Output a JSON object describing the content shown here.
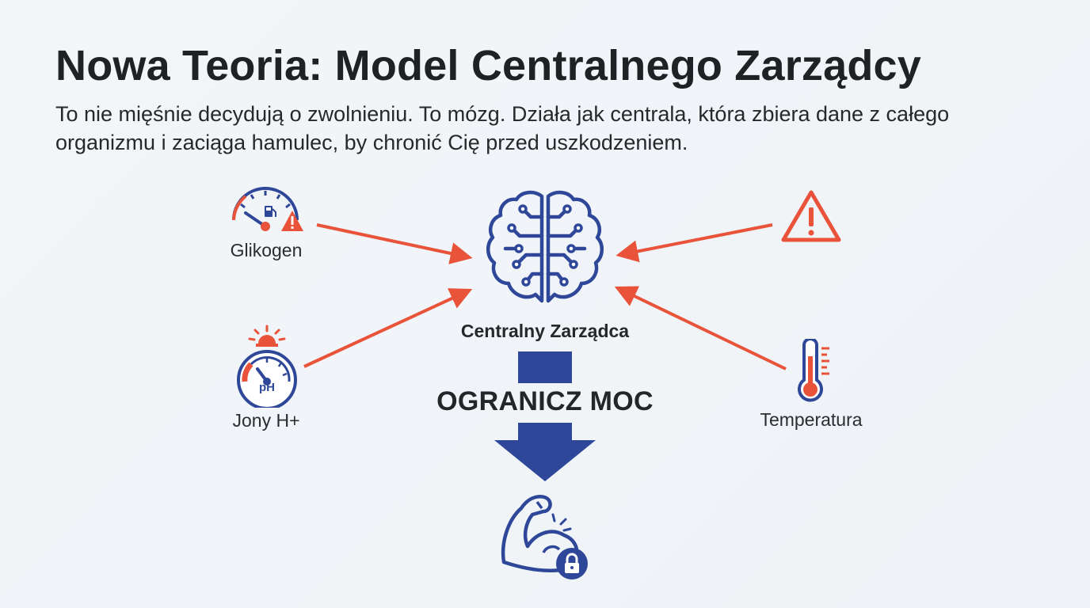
{
  "header": {
    "title": "Nowa Teoria: Model Centralnego Zarządcy",
    "subtitle": "To nie mięśnie decydują o zwolnieniu. To mózg. Działa jak centrala, która zbiera dane z całego organizmu i zaciąga hamulec, by chronić Cię przed uszkodzeniem."
  },
  "inputs": {
    "glycogen": {
      "label": "Glikogen",
      "icon": "fuel-gauge-icon"
    },
    "ph": {
      "label": "Jony H+",
      "icon": "ph-gauge-icon",
      "gauge_text": "pH"
    },
    "warning": {
      "icon": "warning-icon"
    },
    "temperature": {
      "label": "Temperatura",
      "icon": "thermometer-icon"
    }
  },
  "center": {
    "label": "Centralny Zarządca",
    "icon": "brain-circuit-icon"
  },
  "output": {
    "action": "OGRANICZ MOC",
    "icon": "locked-muscle-icon"
  },
  "colors": {
    "arrow": "#e8533a",
    "primary": "#2e4799",
    "text": "#1f2224"
  }
}
